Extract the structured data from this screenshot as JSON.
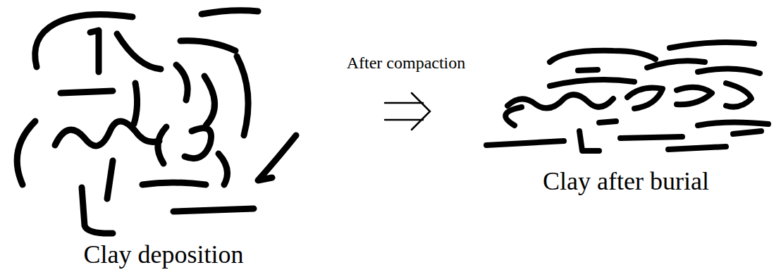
{
  "diagram": {
    "labels": [
      "After compaction",
      "Clay after burial",
      "Clay deposition"
    ]
  }
}
